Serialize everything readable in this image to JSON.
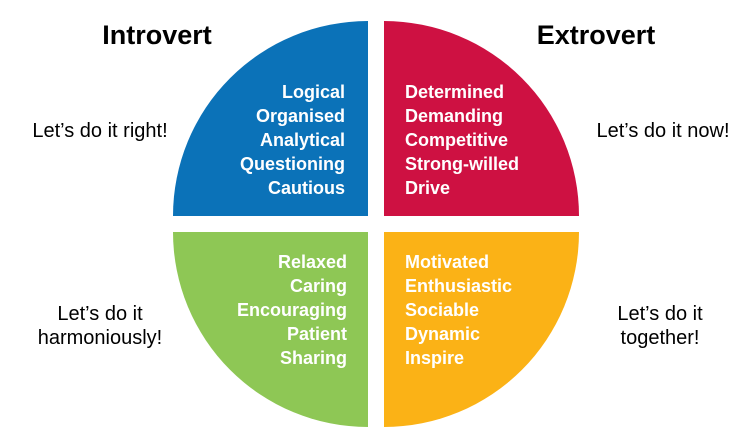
{
  "headings": {
    "left": "Introvert",
    "right": "Extrovert"
  },
  "colors": {
    "blue": "#0B72B8",
    "red": "#CE1142",
    "green": "#8EC755",
    "orange": "#FBB216",
    "trait_text": "#FFFFFF",
    "label_text": "#000000"
  },
  "quadrants": [
    {
      "name": "introvert-task",
      "position": "top-left",
      "color_key": "blue",
      "traits": [
        "Logical",
        "Organised",
        "Analytical",
        "Questioning",
        "Cautious"
      ],
      "motto_lines": [
        "Let’s do it right!"
      ]
    },
    {
      "name": "extrovert-task",
      "position": "top-right",
      "color_key": "red",
      "traits": [
        "Determined",
        "Demanding",
        "Competitive",
        "Strong-willed",
        "Drive"
      ],
      "motto_lines": [
        "Let’s do it now!"
      ]
    },
    {
      "name": "introvert-people",
      "position": "bottom-left",
      "color_key": "green",
      "traits": [
        "Relaxed",
        "Caring",
        "Encouraging",
        "Patient",
        "Sharing"
      ],
      "motto_lines": [
        "Let’s do it",
        "harmoniously!"
      ]
    },
    {
      "name": "extrovert-people",
      "position": "bottom-right",
      "color_key": "orange",
      "traits": [
        "Motivated",
        "Enthusiastic",
        "Sociable",
        "Dynamic",
        "Inspire"
      ],
      "motto_lines": [
        "Let’s do it",
        "together!"
      ]
    }
  ]
}
